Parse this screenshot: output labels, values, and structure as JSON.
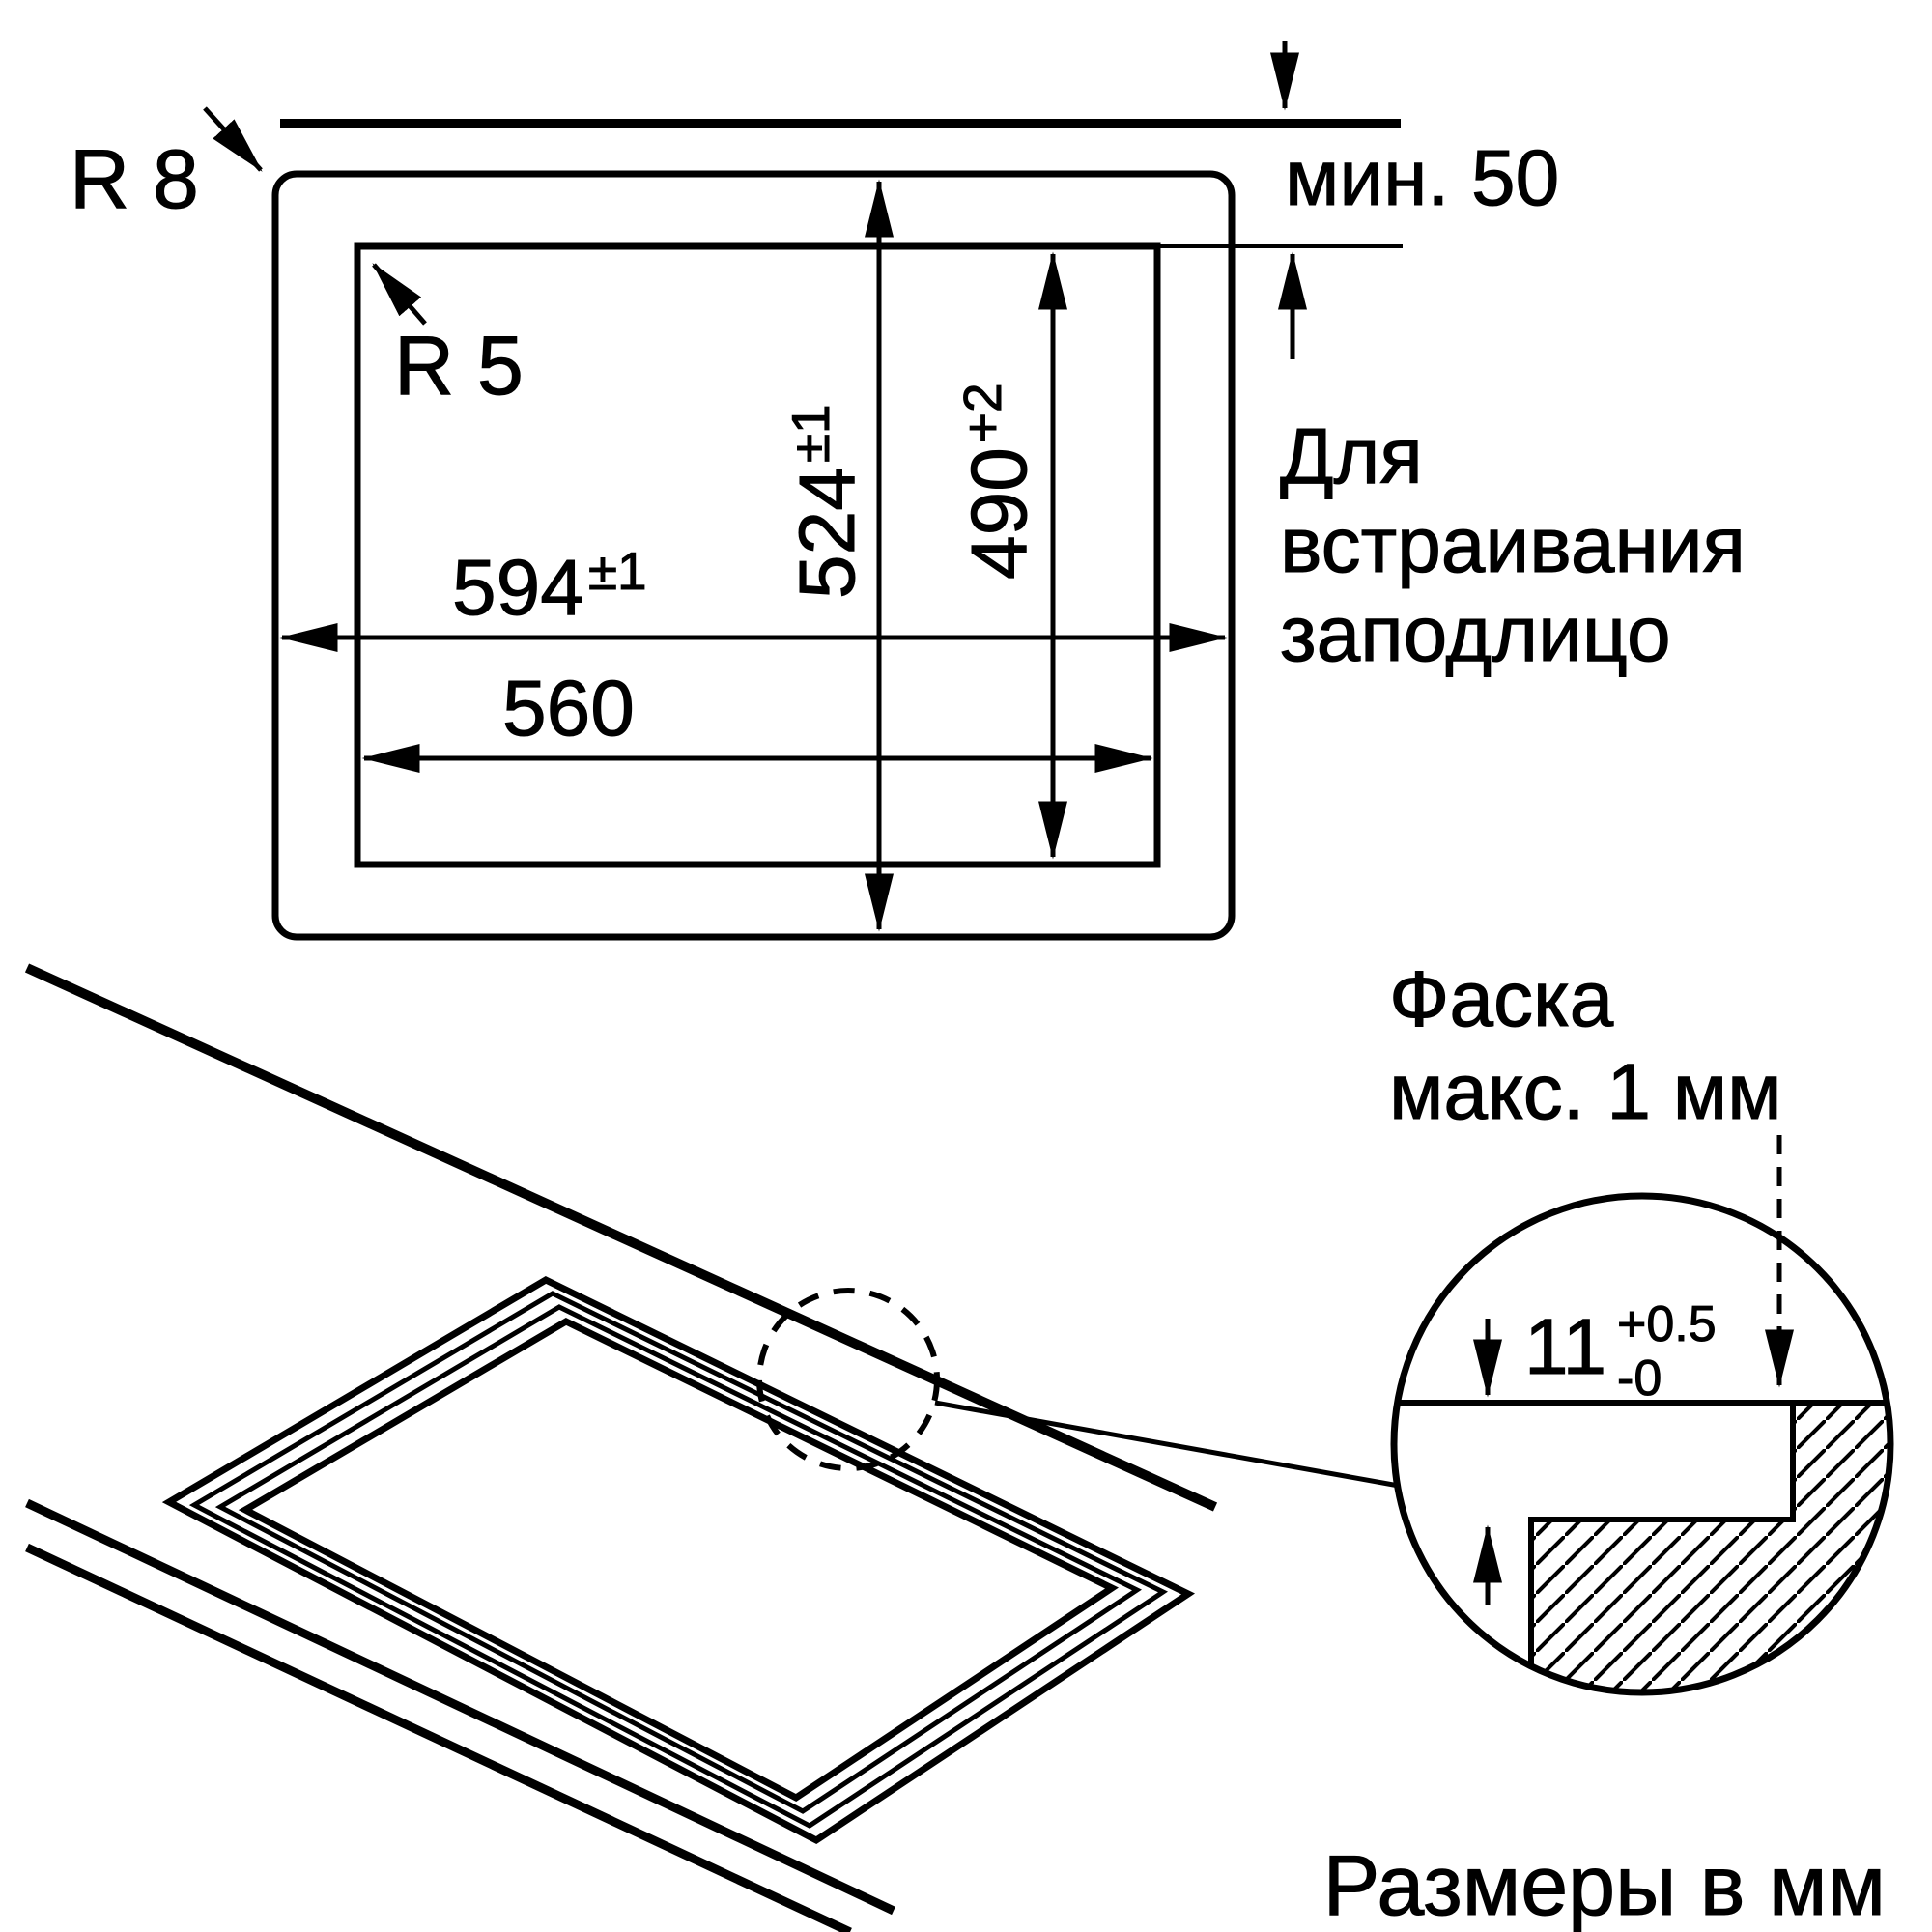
{
  "cutout_plan": {
    "radius_outer_label": "R 8",
    "radius_inner_label": "R 5",
    "width_outer": {
      "value": "594",
      "tolerance": "±1"
    },
    "width_inner": {
      "value": "560"
    },
    "height_outer": {
      "value": "524",
      "tolerance": "±1"
    },
    "height_inner": {
      "value": "490",
      "tolerance": "+2"
    },
    "min_front_distance": "мин. 50",
    "flush_note": {
      "line1": "Для",
      "line2": "встраивания",
      "line3": "заподлицо"
    }
  },
  "detail_view": {
    "chamfer_note": {
      "line1": "Фаска",
      "line2": "макс. 1 мм"
    },
    "depth": {
      "value": "11",
      "tol_plus": "+0.5",
      "tol_minus": "-0"
    }
  },
  "footer": {
    "units_note": "Размеры в мм"
  }
}
